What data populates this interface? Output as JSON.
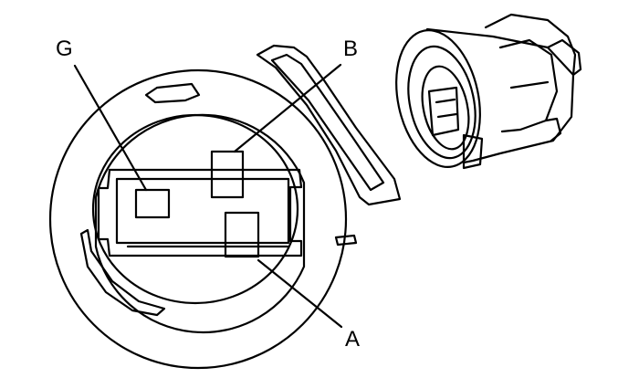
{
  "callouts": {
    "g": "G",
    "b": "B",
    "a": "A"
  },
  "colors": {
    "line": "#000000",
    "background": "#ffffff"
  }
}
